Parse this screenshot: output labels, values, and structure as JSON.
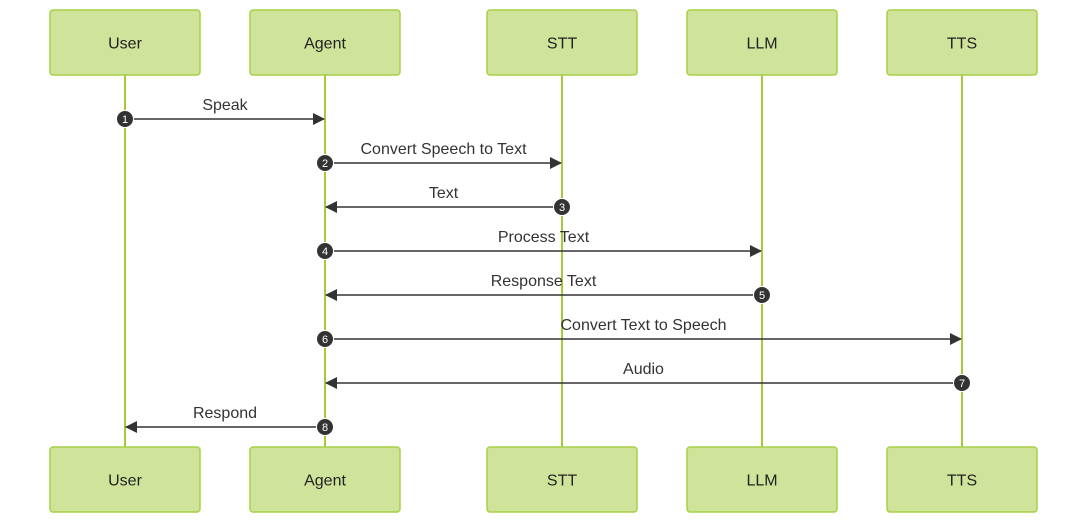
{
  "actors": [
    {
      "id": "user",
      "label": "User"
    },
    {
      "id": "agent",
      "label": "Agent"
    },
    {
      "id": "stt",
      "label": "STT"
    },
    {
      "id": "llm",
      "label": "LLM"
    },
    {
      "id": "tts",
      "label": "TTS"
    }
  ],
  "messages": [
    {
      "number": "1",
      "from": "user",
      "to": "agent",
      "label": "Speak"
    },
    {
      "number": "2",
      "from": "agent",
      "to": "stt",
      "label": "Convert Speech to Text"
    },
    {
      "number": "3",
      "from": "stt",
      "to": "agent",
      "label": "Text"
    },
    {
      "number": "4",
      "from": "agent",
      "to": "llm",
      "label": "Process Text"
    },
    {
      "number": "5",
      "from": "llm",
      "to": "agent",
      "label": "Response Text"
    },
    {
      "number": "6",
      "from": "agent",
      "to": "tts",
      "label": "Convert Text to Speech"
    },
    {
      "number": "7",
      "from": "tts",
      "to": "agent",
      "label": "Audio"
    },
    {
      "number": "8",
      "from": "agent",
      "to": "user",
      "label": "Respond"
    }
  ],
  "colors": {
    "actor_fill": "#cfe39a",
    "actor_stroke": "#a7d046",
    "lifeline": "#a7c93a",
    "arrow": "#333333",
    "number_badge": "#333333"
  }
}
